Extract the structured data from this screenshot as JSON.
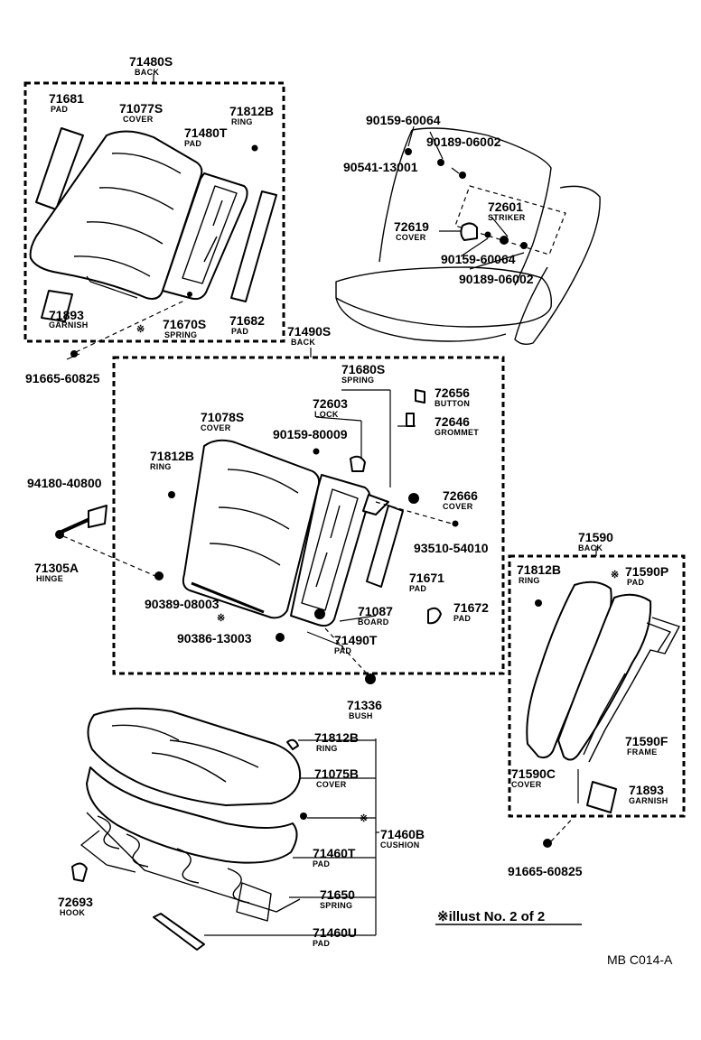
{
  "diagram": {
    "groups": {
      "back_upper_left": {
        "number": "71480S",
        "sub": "BACK"
      },
      "back_center": {
        "number": "71490S",
        "sub": "BACK"
      },
      "back_right": {
        "number": "71590",
        "sub": "BACK"
      },
      "cushion": {
        "number": "71460B",
        "sub": "CUSHION"
      }
    },
    "labels": {
      "p71681": {
        "number": "71681",
        "sub": "PAD"
      },
      "p71077s": {
        "number": "71077S",
        "sub": "COVER"
      },
      "p71812b_a": {
        "number": "71812B",
        "sub": "RING"
      },
      "p71480t": {
        "number": "71480T",
        "sub": "PAD"
      },
      "p71893_a": {
        "number": "71893",
        "sub": "GARNISH"
      },
      "p71670s": {
        "number": "71670S",
        "sub": "SPRING"
      },
      "p71682": {
        "number": "71682",
        "sub": "PAD"
      },
      "p91665_a": {
        "number": "91665-60825",
        "sub": ""
      },
      "p90159_60064_a": {
        "number": "90159-60064",
        "sub": ""
      },
      "p90189_06002_a": {
        "number": "90189-06002",
        "sub": ""
      },
      "p90541": {
        "number": "90541-13001",
        "sub": ""
      },
      "p72601": {
        "number": "72601",
        "sub": "STRIKER"
      },
      "p72619": {
        "number": "72619",
        "sub": "COVER"
      },
      "p90159_60064_b": {
        "number": "90159-60064",
        "sub": ""
      },
      "p90189_06002_b": {
        "number": "90189-06002",
        "sub": ""
      },
      "p71680s": {
        "number": "71680S",
        "sub": "SPRING"
      },
      "p72603": {
        "number": "72603",
        "sub": "LOCK"
      },
      "p72656": {
        "number": "72656",
        "sub": "BUTTON"
      },
      "p72646": {
        "number": "72646",
        "sub": "GROMMET"
      },
      "p71078s": {
        "number": "71078S",
        "sub": "COVER"
      },
      "p90159_80009": {
        "number": "90159-80009",
        "sub": ""
      },
      "p71812b_b": {
        "number": "71812B",
        "sub": "RING"
      },
      "p94180": {
        "number": "94180-40800",
        "sub": ""
      },
      "p72666": {
        "number": "72666",
        "sub": "COVER"
      },
      "p93510": {
        "number": "93510-54010",
        "sub": ""
      },
      "p71305a": {
        "number": "71305A",
        "sub": "HINGE"
      },
      "p71671": {
        "number": "71671",
        "sub": "PAD"
      },
      "p90389": {
        "number": "90389-08003",
        "sub": ""
      },
      "p71087": {
        "number": "71087",
        "sub": "BOARD"
      },
      "p71672": {
        "number": "71672",
        "sub": "PAD"
      },
      "p90386": {
        "number": "90386-13003",
        "sub": ""
      },
      "p71490t": {
        "number": "71490T",
        "sub": "PAD"
      },
      "p71336": {
        "number": "71336",
        "sub": "BUSH"
      },
      "p71812b_c": {
        "number": "71812B",
        "sub": "RING"
      },
      "p71590p": {
        "number": "71590P",
        "sub": "PAD"
      },
      "p71590f": {
        "number": "71590F",
        "sub": "FRAME"
      },
      "p71590c": {
        "number": "71590C",
        "sub": "COVER"
      },
      "p71893_b": {
        "number": "71893",
        "sub": "GARNISH"
      },
      "p91665_b": {
        "number": "91665-60825",
        "sub": ""
      },
      "p71812b_d": {
        "number": "71812B",
        "sub": "RING"
      },
      "p71075b": {
        "number": "71075B",
        "sub": "COVER"
      },
      "p71460t": {
        "number": "71460T",
        "sub": "PAD"
      },
      "p72693": {
        "number": "72693",
        "sub": "HOOK"
      },
      "p71650": {
        "number": "71650",
        "sub": "SPRING"
      },
      "p71460u": {
        "number": "71460U",
        "sub": "PAD"
      }
    },
    "marks": {
      "asterisk": "※"
    },
    "note": "※illust No. 2 of 2",
    "code": "MB C014-A"
  }
}
